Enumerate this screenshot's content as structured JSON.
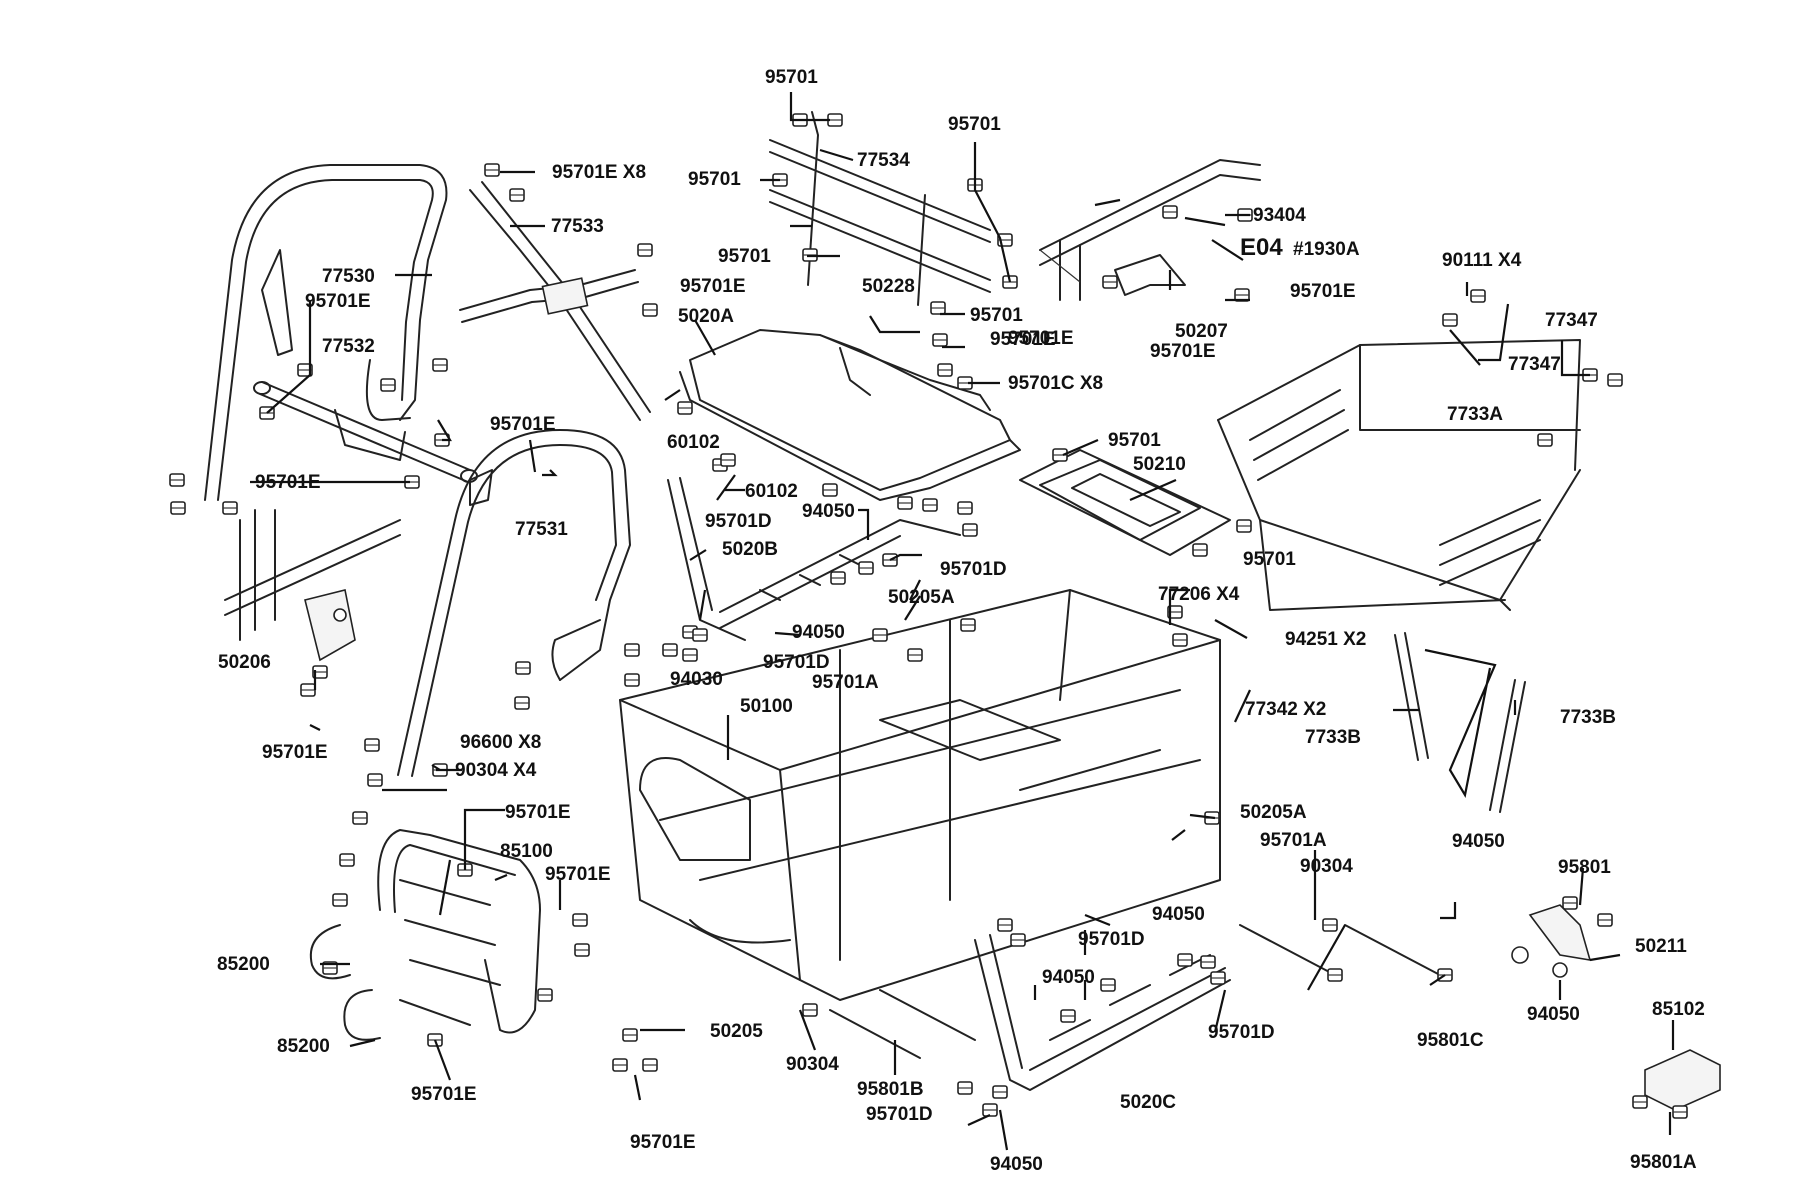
{
  "diagram": {
    "callouts": [
      {
        "id": "c1",
        "text": "95701"
      },
      {
        "id": "c2",
        "text": "77534"
      },
      {
        "id": "c3",
        "text": "95701"
      },
      {
        "id": "c4",
        "text": "95701"
      },
      {
        "id": "c5",
        "text": "95701E X8"
      },
      {
        "id": "c6",
        "text": "77533"
      },
      {
        "id": "c7",
        "text": "93404"
      },
      {
        "id": "c8",
        "text": "E04"
      },
      {
        "id": "c9",
        "text": "#1930A"
      },
      {
        "id": "c10",
        "text": "95701"
      },
      {
        "id": "c11",
        "text": "77530"
      },
      {
        "id": "c12",
        "text": "95701E"
      },
      {
        "id": "c13",
        "text": "50228"
      },
      {
        "id": "c14",
        "text": "95701E"
      },
      {
        "id": "c15",
        "text": "5020A"
      },
      {
        "id": "c16",
        "text": "95701"
      },
      {
        "id": "c17",
        "text": "95701E"
      },
      {
        "id": "c18",
        "text": "50207"
      },
      {
        "id": "c19",
        "text": "95701E"
      },
      {
        "id": "c20",
        "text": "90111 X4"
      },
      {
        "id": "c21",
        "text": "77347"
      },
      {
        "id": "c22",
        "text": "77532"
      },
      {
        "id": "c23",
        "text": "95701E"
      },
      {
        "id": "c24",
        "text": "77347"
      },
      {
        "id": "c25",
        "text": "95701E"
      },
      {
        "id": "c26",
        "text": "95701C X8"
      },
      {
        "id": "c27",
        "text": "95701E"
      },
      {
        "id": "c28",
        "text": "60102"
      },
      {
        "id": "c29",
        "text": "7733A"
      },
      {
        "id": "c30",
        "text": "95701E"
      },
      {
        "id": "c31",
        "text": "95701"
      },
      {
        "id": "c32",
        "text": "50210"
      },
      {
        "id": "c33",
        "text": "77531"
      },
      {
        "id": "c34",
        "text": "60102"
      },
      {
        "id": "c35",
        "text": "95701D"
      },
      {
        "id": "c36",
        "text": "94050"
      },
      {
        "id": "c37",
        "text": "95701"
      },
      {
        "id": "c38",
        "text": "5020B"
      },
      {
        "id": "c39",
        "text": "95701D"
      },
      {
        "id": "c40",
        "text": "50205A"
      },
      {
        "id": "c41",
        "text": "77206 X4"
      },
      {
        "id": "c42",
        "text": "50206"
      },
      {
        "id": "c43",
        "text": "94050"
      },
      {
        "id": "c44",
        "text": "95701D"
      },
      {
        "id": "c45",
        "text": "94030"
      },
      {
        "id": "c46",
        "text": "95701A"
      },
      {
        "id": "c47",
        "text": "94251 X2"
      },
      {
        "id": "c48",
        "text": "77342 X2"
      },
      {
        "id": "c49",
        "text": "7733B"
      },
      {
        "id": "c50",
        "text": "7733B"
      },
      {
        "id": "c51",
        "text": "50100"
      },
      {
        "id": "c52",
        "text": "96600 X8"
      },
      {
        "id": "c53",
        "text": "95701E"
      },
      {
        "id": "c54",
        "text": "90304 X4"
      },
      {
        "id": "c55",
        "text": "95701E"
      },
      {
        "id": "c56",
        "text": "50205A"
      },
      {
        "id": "c57",
        "text": "95701A"
      },
      {
        "id": "c58",
        "text": "94050"
      },
      {
        "id": "c59",
        "text": "85100"
      },
      {
        "id": "c60",
        "text": "95701E"
      },
      {
        "id": "c61",
        "text": "90304"
      },
      {
        "id": "c62",
        "text": "95801"
      },
      {
        "id": "c63",
        "text": "94050"
      },
      {
        "id": "c64",
        "text": "95701D"
      },
      {
        "id": "c65",
        "text": "50211"
      },
      {
        "id": "c66",
        "text": "85200"
      },
      {
        "id": "c67",
        "text": "94050"
      },
      {
        "id": "c68",
        "text": "95701D"
      },
      {
        "id": "c69",
        "text": "94050"
      },
      {
        "id": "c70",
        "text": "95801C"
      },
      {
        "id": "c71",
        "text": "85102"
      },
      {
        "id": "c72",
        "text": "85200"
      },
      {
        "id": "c73",
        "text": "50205"
      },
      {
        "id": "c74",
        "text": "90304"
      },
      {
        "id": "c75",
        "text": "95801B"
      },
      {
        "id": "c76",
        "text": "5020C"
      },
      {
        "id": "c77",
        "text": "95701E"
      },
      {
        "id": "c78",
        "text": "95701D"
      },
      {
        "id": "c79",
        "text": "95701E"
      },
      {
        "id": "c80",
        "text": "94050"
      },
      {
        "id": "c81",
        "text": "95801A"
      }
    ]
  }
}
